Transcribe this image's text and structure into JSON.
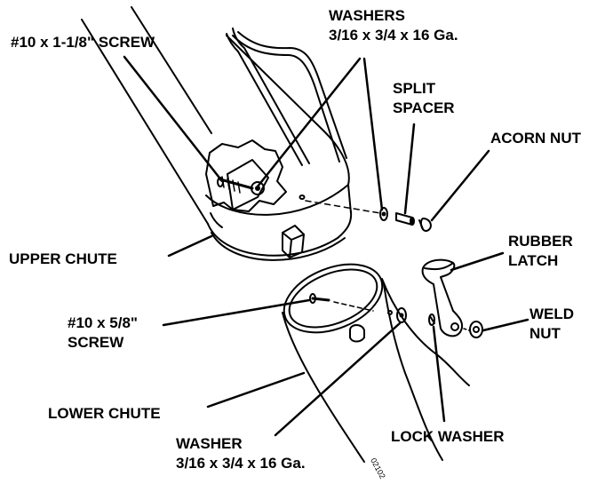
{
  "labels": {
    "screw_upper": "#10 x 1-1/8\" SCREW",
    "washers_title": "WASHERS",
    "washers_spec": "3/16 x 3/4 x 16 Ga.",
    "split_spacer_l1": "SPLIT",
    "split_spacer_l2": "SPACER",
    "acorn_nut": "ACORN NUT",
    "rubber_latch_l1": "RUBBER",
    "rubber_latch_l2": "LATCH",
    "upper_chute": "UPPER CHUTE",
    "screw_lower_l1": "#10 x 5/8\"",
    "screw_lower_l2": "SCREW",
    "weld_nut_l1": "WELD",
    "weld_nut_l2": "NUT",
    "lower_chute": "LOWER CHUTE",
    "lock_washer": "LOCK WASHER",
    "washer_title": "WASHER",
    "washer_spec": "3/16 x 3/4 x 16 Ga."
  },
  "drawing_code": "02102"
}
